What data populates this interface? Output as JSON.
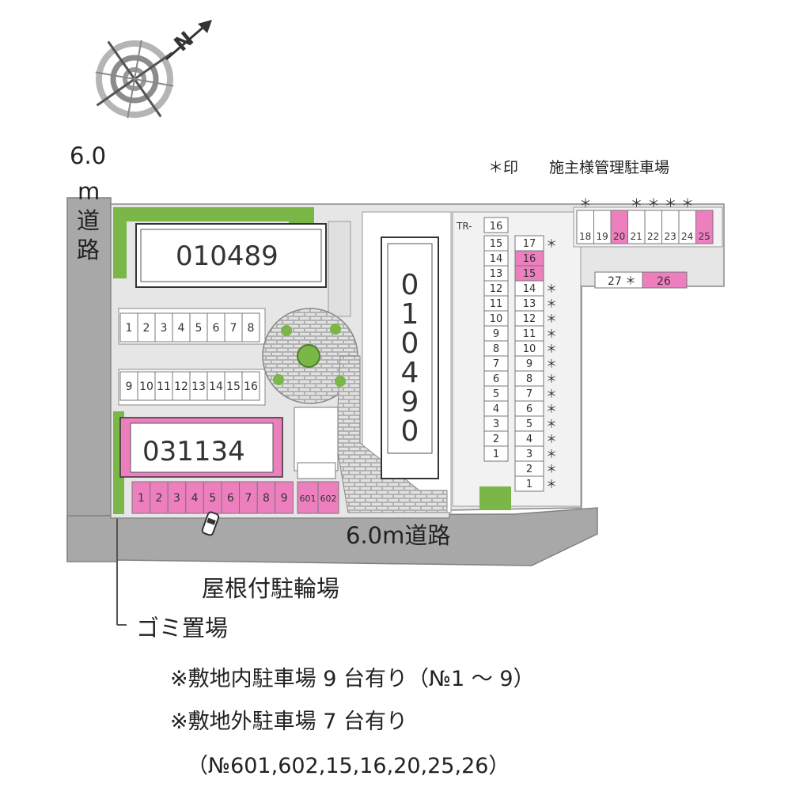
{
  "colors": {
    "road": "#a8a8a8",
    "road_edge": "#808080",
    "greenery": "#7ab648",
    "reserved_pink": "#ee7fbf",
    "building_fill": "#ffffff",
    "paving": "#c9c9c9"
  },
  "compass": {
    "north_label": "N",
    "icon": "compass-rose-icon"
  },
  "roads": {
    "left_width": "6.0",
    "left_unit": "m",
    "left_name_1": "道",
    "left_name_2": "路",
    "bottom": "6.0m道路"
  },
  "legend": {
    "mark": "＊印",
    "text": "施主様管理駐車場"
  },
  "buildings": [
    {
      "code": "010489"
    },
    {
      "code": "010490",
      "chars": [
        "0",
        "1",
        "0",
        "4",
        "9",
        "0"
      ]
    },
    {
      "code": "031134"
    }
  ],
  "onsite_parking": {
    "row_top": [
      "1",
      "2",
      "3",
      "4",
      "5",
      "6",
      "7",
      "8"
    ],
    "row_mid": [
      "9",
      "10",
      "11",
      "12",
      "13",
      "14",
      "15",
      "16"
    ],
    "row_bottom": [
      "1",
      "2",
      "3",
      "4",
      "5",
      "6",
      "7",
      "8",
      "9"
    ],
    "extra": [
      "601",
      "602"
    ]
  },
  "right_lot": {
    "tr_label": "TR-",
    "tr_space": "16",
    "col_left": [
      "15",
      "14",
      "13",
      "12",
      "11",
      "10",
      "9",
      "8",
      "7",
      "6",
      "5",
      "4",
      "3",
      "2",
      "1"
    ],
    "col_right": [
      "17",
      "16",
      "15",
      "14",
      "13",
      "12",
      "11",
      "10",
      "9",
      "8",
      "7",
      "6",
      "5",
      "4",
      "3",
      "2",
      "1"
    ],
    "col_right_pink": [
      "16",
      "15"
    ],
    "asterisk": "＊",
    "top_row": [
      "18",
      "19",
      "20",
      "21",
      "22",
      "23",
      "24",
      "25"
    ],
    "top_row_pink": [
      "20",
      "25"
    ],
    "space_27": "27",
    "space_26": "26"
  },
  "callouts": {
    "bicycle": "屋根付駐輪場",
    "garbage": "ゴミ置場"
  },
  "notes": [
    "※敷地内駐車場 9 台有り（№1 ～ 9）",
    "※敷地外駐車場 7 台有り",
    "（№601,602,15,16,20,25,26）"
  ]
}
